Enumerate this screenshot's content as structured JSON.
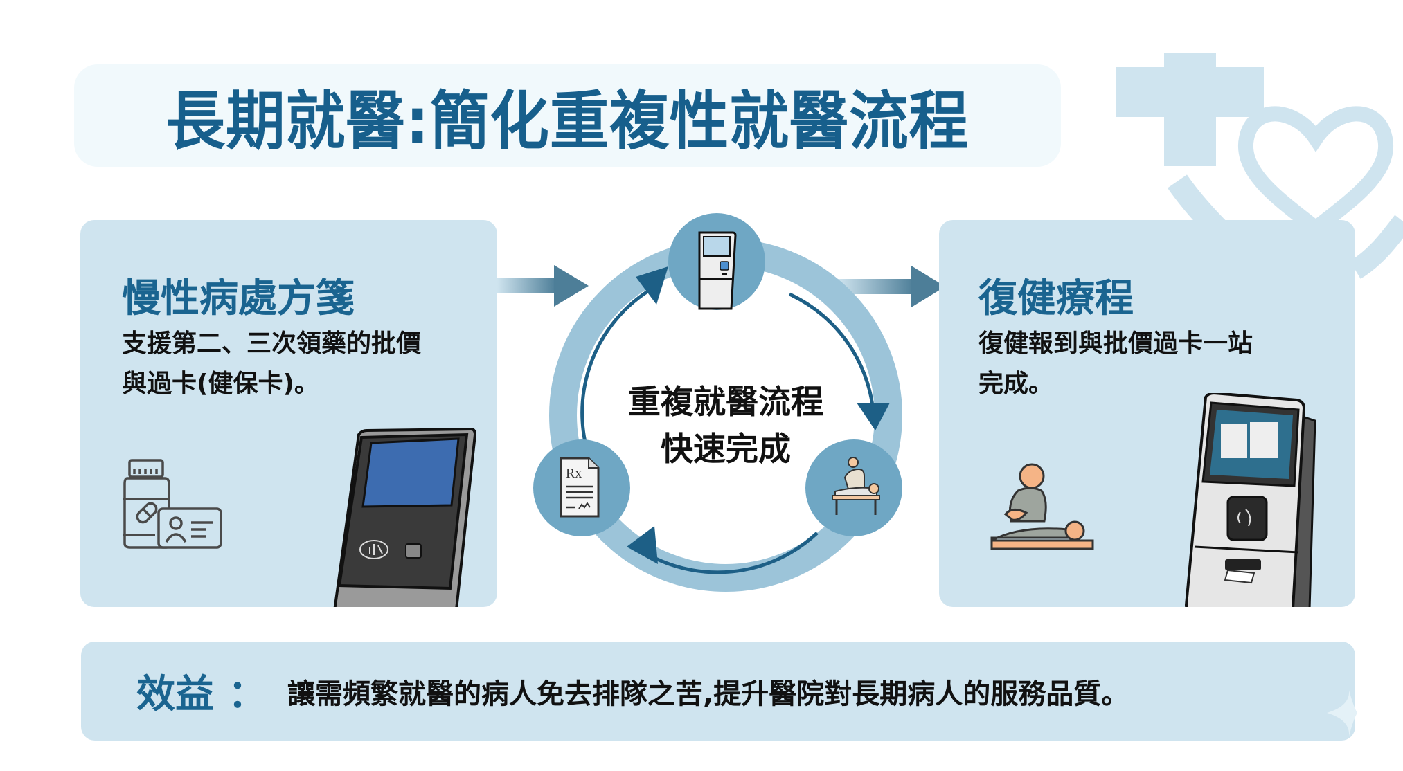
{
  "title": "長期就醫:簡化重複性就醫流程",
  "colors": {
    "title": "#175f8c",
    "heading": "#1a6490",
    "panel_bg": "#cfe4ef",
    "title_bg": "#f1f9fc",
    "ring": "#8fbcd4",
    "ring_arrow": "#1d5f86",
    "node_circle": "#6fa7c4",
    "decoration": "#cfe4ef",
    "body_text": "#111111"
  },
  "left_panel": {
    "heading": "慢性病處方箋",
    "body_line1": "支援第二、三次領藥的批價",
    "body_line2": "與過卡(健保卡)。",
    "icons": [
      "medicine-bottle-icon",
      "id-card-icon",
      "kiosk-icon"
    ]
  },
  "cycle": {
    "center_line1": "重複就醫流程",
    "center_line2": "快速完成",
    "nodes": [
      {
        "position": "top",
        "icon": "kiosk-icon"
      },
      {
        "position": "bottom-right",
        "icon": "physical-therapy-icon"
      },
      {
        "position": "bottom-left",
        "icon": "prescription-icon"
      }
    ],
    "direction": "clockwise"
  },
  "right_panel": {
    "heading": "復健療程",
    "body_line1": "復健報到與批價過卡一站",
    "body_line2": "完成。",
    "icons": [
      "physical-therapy-icon",
      "kiosk-icon"
    ]
  },
  "benefit": {
    "label": "效益",
    "colon": "：",
    "text": "讓需頻繁就醫的病人免去排隊之苦,提升醫院對長期病人的服務品質。"
  }
}
